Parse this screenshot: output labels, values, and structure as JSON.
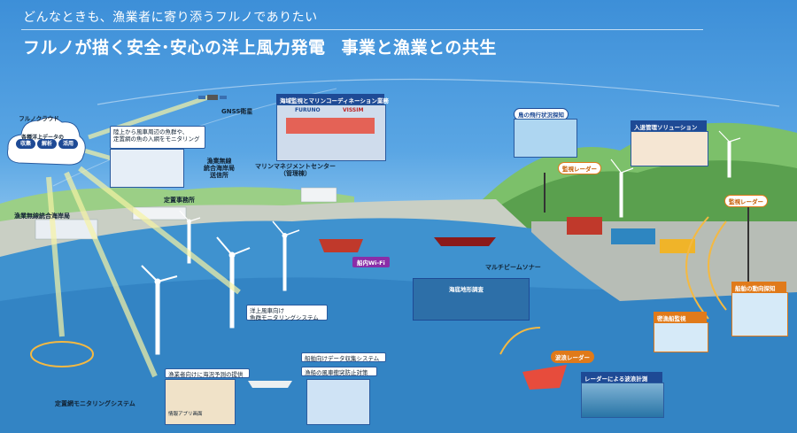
{
  "header": {
    "subtitle": "どんなときも、漁業者に寄り添うフルノでありたい",
    "title_a": "フルノが描く安全･安心の洋上風力発電",
    "title_b": "事業と漁業との共生"
  },
  "cloud": {
    "title": "フルノクラウド",
    "subtitle": "各種洋上データの",
    "pills": [
      "収集",
      "解析",
      "活用"
    ]
  },
  "labels": {
    "gnss": "GNSS衛星",
    "monitor_fish": "陸上から風車周辺の魚群や、\n定置網の魚の入網をモニタリング",
    "radio_station": "漁業無線\n統合海岸局\n送信所",
    "marine_center": "マリンマネジメントセンター\n（管理棟）",
    "marine_center_header": "海域監視とマリンコーディネーション業務",
    "furuno_brand": "FURUNO",
    "vissim_brand": "VISSIM",
    "office": "定置事務所",
    "coast_station": "漁業無線統合海岸局",
    "shipboard_wifi": "船内Wi-Fi",
    "multibeam": "マルチビームソナー",
    "seafloor_survey": "海底地形調査",
    "bird_track": "鳥の飛行状況探知",
    "radar_1": "監視レーダー",
    "radar_2": "監視レーダー",
    "port_entry": "入退管理ソリューション",
    "wind_fish_monitor": "洋上風車向け\n魚群モニタリングシステム",
    "data_collect": "船舶向けデータ収集システム",
    "collision": "漁船の風車衝突防止対策",
    "ocean_forecast": "漁業者向けに海況予測の提供",
    "set_net": "定置網モニタリングシステム",
    "wave_radar": "波浪レーダー",
    "wave_measure": "レーダーによる波浪計測",
    "vessel_tracking": "船舶の動向探知",
    "suspicious_vessel": "密漁船監視",
    "app_label": "情報アプリ画面"
  }
}
